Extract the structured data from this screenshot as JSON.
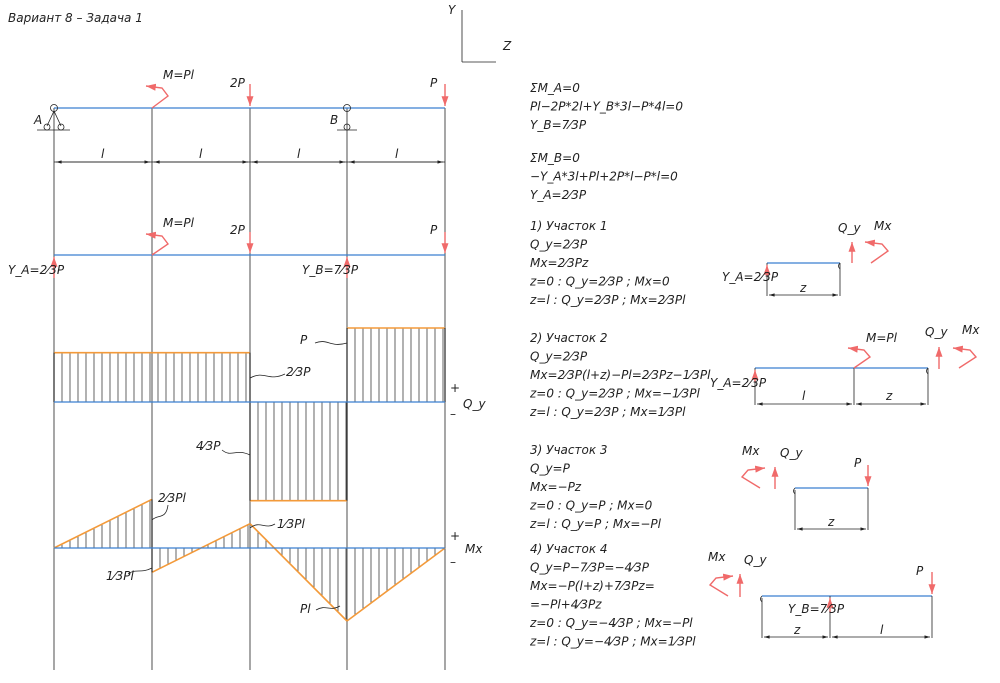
{
  "title": "Вариант 8 – Задача 1",
  "axes": {
    "y": "Y",
    "z": "Z"
  },
  "scheme": {
    "moment": "M=Pl",
    "force_2p": "2P",
    "force_p": "P",
    "support_a": "A",
    "support_b": "B",
    "span": "l",
    "ya": "Y_A=2⁄3P",
    "yb": "Y_B=7⁄3P"
  },
  "q_diagram": {
    "label": "Q_y",
    "plus": "+",
    "minus": "–",
    "values_P": [
      0.6667,
      0.6667,
      -1.3333,
      1
    ],
    "lbl_p": "P",
    "lbl_23p": "2⁄3P",
    "lbl_43p": "4⁄3P"
  },
  "m_diagram": {
    "label": "Mx",
    "plus": "+",
    "minus": "–",
    "values_Pl": [
      0,
      0.6667,
      -0.3333,
      0.3333,
      -1,
      0
    ],
    "lbl_23pl": "2⁄3Pl",
    "lbl_13pl_a": "1⁄3Pl",
    "lbl_13pl_b": "1⁄3Pl",
    "lbl_pl": "Pl"
  },
  "equations": {
    "a": [
      "ΣM_A=0",
      "Pl−2P*2l+Y_B*3l−P*4l=0",
      "Y_B=7⁄3P"
    ],
    "b": [
      "ΣM_B=0",
      "−Y_A*3l+Pl+2P*l−P*l=0",
      "Y_A=2⁄3P"
    ],
    "s1": [
      "1) Участок 1",
      "Q_y=2⁄3P",
      "Mx=2⁄3Pz",
      "z=0 :  Q_y=2⁄3P ;  Mx=0",
      "z=l :  Q_y=2⁄3P ;  Mx=2⁄3Pl"
    ],
    "s2": [
      "2) Участок 2",
      "Q_y=2⁄3P",
      "Mx=2⁄3P(l+z)−Pl=2⁄3Pz−1⁄3Pl",
      "z=0 :  Q_y=2⁄3P ;  Mx=−1⁄3Pl",
      "z=l :  Q_y=2⁄3P ;  Mx=1⁄3Pl"
    ],
    "s3": [
      "3) Участок 3",
      "Q_y=P",
      "Mx=−Pz",
      "z=0 :  Q_y=P ;  Mx=0",
      "z=l :  Q_y=P ;  Mx=−Pl"
    ],
    "s4": [
      "4) Участок 4",
      "Q_y=P−7⁄3P=−4⁄3P",
      "Mx=−P(l+z)+7⁄3Pz=",
      "=−Pl+4⁄3Pz",
      "z=0 :  Q_y=−4⁄3P ;  Mx=−Pl",
      "z=l :  Q_y=−4⁄3P ;  Mx=1⁄3Pl"
    ]
  },
  "sections": {
    "qy": "Q_y",
    "mx": "Mx",
    "ya": "Y_A=2⁄3P",
    "yb": "Y_B=7⁄3P",
    "moment": "M=Pl",
    "p": "P",
    "z": "z",
    "l": "l"
  },
  "colors": {
    "beam": "#3a7fd0",
    "force": "#f06a6a",
    "diagram": "#f39a3a"
  }
}
